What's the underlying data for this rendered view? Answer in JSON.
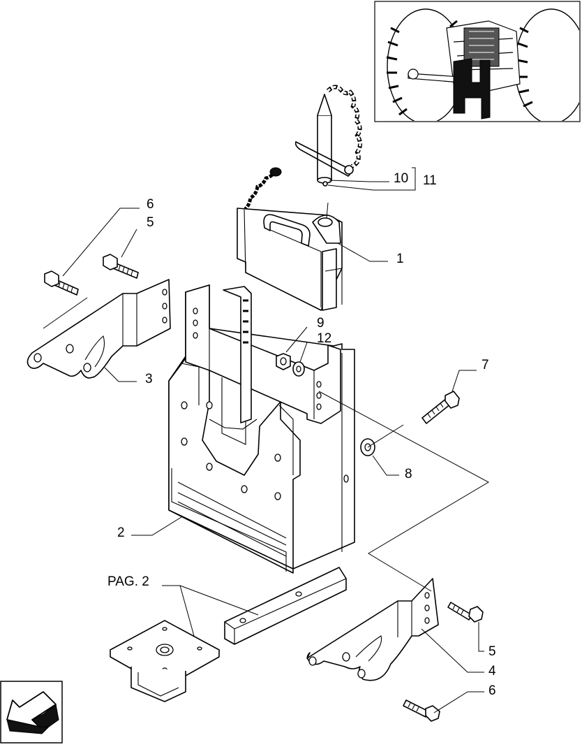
{
  "callouts": {
    "c1": "1",
    "c2": "2",
    "c3": "3",
    "c4": "4",
    "c5a": "5",
    "c5b": "5",
    "c6a": "6",
    "c6b": "6",
    "c7": "7",
    "c8": "8",
    "c9": "9",
    "c10": "10",
    "c11": "11",
    "c12": "12"
  },
  "reference_label": "PAG. 2",
  "colors": {
    "line": "#000000",
    "background": "#ffffff",
    "fill_dark": "#111111"
  },
  "icons": {
    "nav": "arrow-back-icon",
    "thumbnail": "tractor-locator-thumbnail"
  }
}
